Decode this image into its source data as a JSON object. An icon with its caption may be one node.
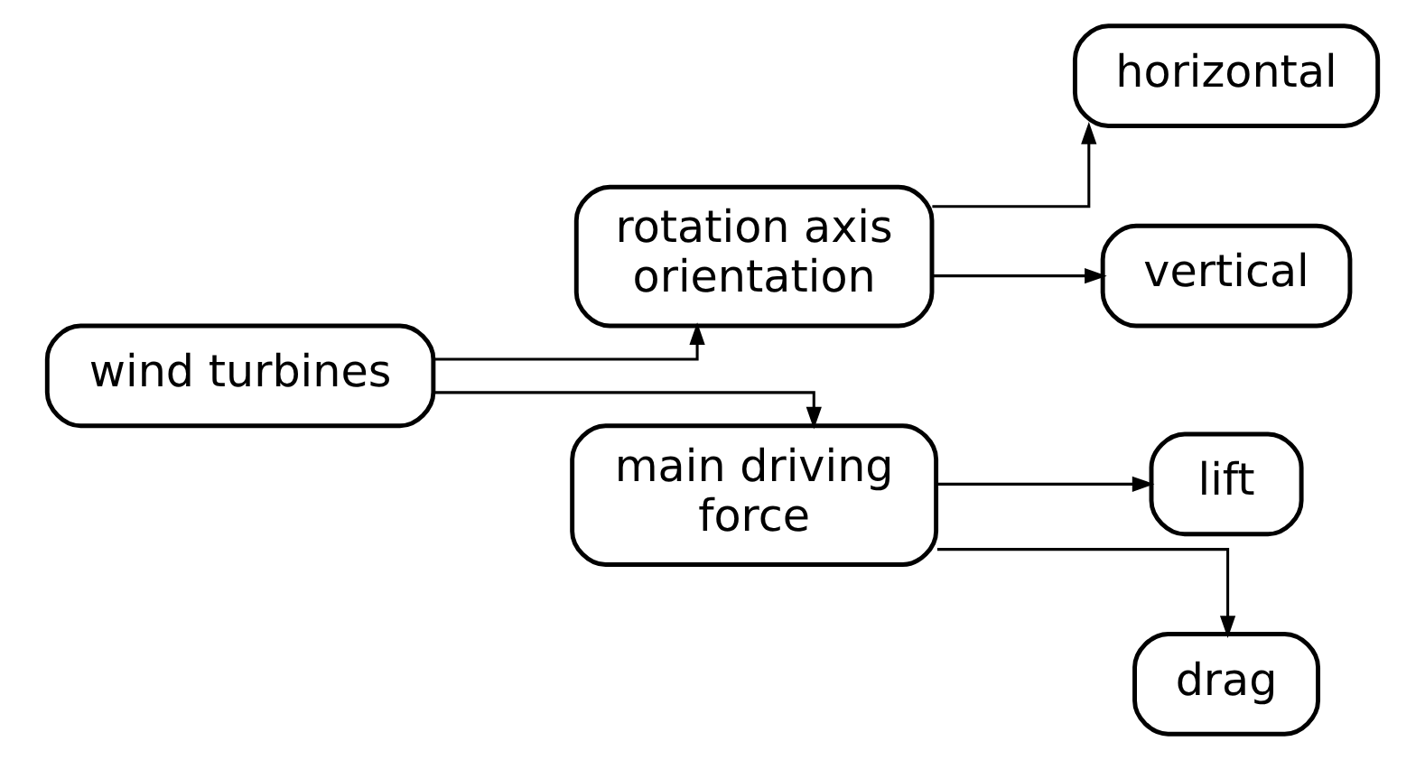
{
  "diagram": {
    "nodes": [
      {
        "text": [
          "wind turbines"
        ]
      },
      {
        "text": [
          "rotation axis orientation"
        ]
      },
      {
        "text": [
          "main driving force"
        ]
      },
      {
        "text": [
          "horizontal"
        ]
      },
      {
        "text": [
          "vertical"
        ]
      },
      {
        "text": [
          "lift"
        ]
      },
      {
        "text": [
          "drag"
        ]
      }
    ],
    "edges": [
      {
        "from": 0,
        "to": 1,
        "arrow": "to"
      },
      {
        "from": 0,
        "to": 2,
        "arrow": "to"
      },
      {
        "from": 1,
        "to": 3,
        "arrow": "to"
      },
      {
        "from": 1,
        "to": 4,
        "arrow": "to"
      },
      {
        "from": 2,
        "to": 5,
        "arrow": "to"
      },
      {
        "from": 2,
        "to": 6,
        "arrow": "to"
      }
    ]
  }
}
